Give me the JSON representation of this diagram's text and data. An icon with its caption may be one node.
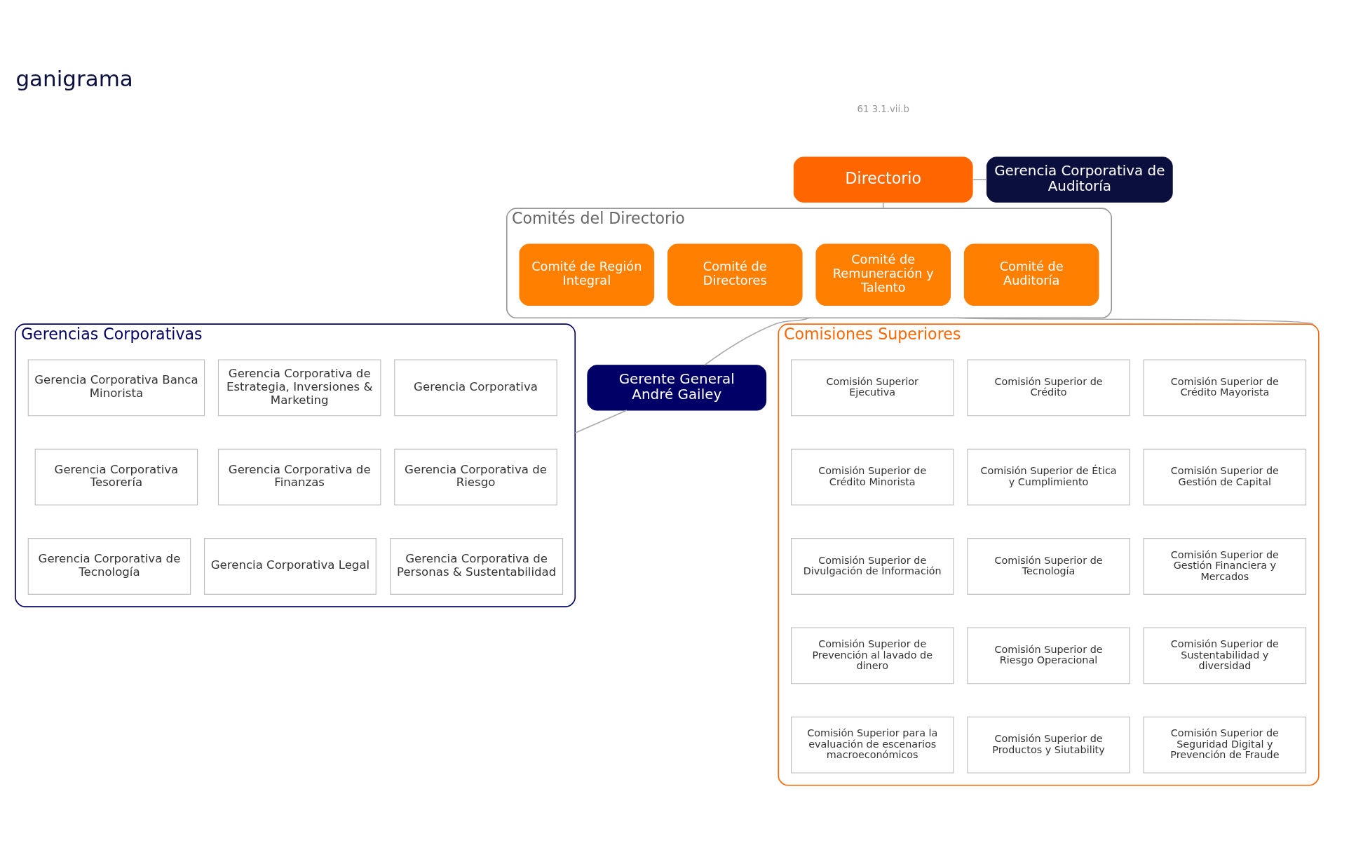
{
  "diagram": {
    "title": "ganigrama",
    "nodes": [
      {
        "text": [
          "Directorio"
        ]
      },
      {
        "text": [
          "Gerencia Corporativa de Auditoría"
        ]
      },
      {
        "text": [
          "Comités del Directorio"
        ]
      },
      {
        "text": [
          "Comité de Región Integral"
        ],
        "in": 2
      },
      {
        "text": [
          "Comité de Directores"
        ],
        "in": 2
      },
      {
        "text": [
          "Comité de Remuneración y Talento"
        ],
        "in": 2
      },
      {
        "text": [
          "Comité de Auditoría"
        ],
        "in": 2
      },
      {
        "text": [
          "Gerente General",
          "André Gailey"
        ]
      },
      {
        "text": [
          "Comisiones Superiores"
        ]
      },
      {
        "text": [
          "Comisión Superior Ejecutiva"
        ],
        "in": 8
      },
      {
        "text": [
          "Comisión Superior de Crédito"
        ],
        "in": 8
      },
      {
        "text": [
          "Comisión Superior de Crédito Mayorista"
        ],
        "in": 8
      },
      {
        "text": [
          "Comisión Superior de Crédito Minorista"
        ],
        "in": 8
      },
      {
        "text": [
          "Comisión Superior de Ética y Cumplimiento"
        ],
        "in": 8
      },
      {
        "text": [
          "Comisión Superior de Gestión de Capital"
        ],
        "in": 8
      },
      {
        "text": [
          "Comisión Superior de Divulgación de Información"
        ],
        "in": 8
      },
      {
        "text": [
          "Comisión Superior de Tecnología"
        ],
        "in": 8
      },
      {
        "text": [
          "Comisión Superior de Gestión Financiera y Mercados"
        ],
        "in": 8
      },
      {
        "text": [
          "Comisión Superior de Prevención al lavado de dinero"
        ],
        "in": 8
      },
      {
        "text": [
          "Comisión Superior de Riesgo Operacional"
        ],
        "in": 8
      },
      {
        "text": [
          "Comisión Superior de Sustentabilidad y diversidad"
        ],
        "in": 8
      },
      {
        "text": [
          "Comisión Superior para la evaluación de escenarios macroeconómicos"
        ],
        "in": 8
      },
      {
        "text": [
          "Comisión Superior de Productos y Siutability"
        ],
        "in": 8
      },
      {
        "text": [
          "Comisión Superior de Seguridad Digital y Prevención de Fraude"
        ],
        "in": 8
      },
      {
        "text": [
          "Gerencias Corporativas"
        ]
      },
      {
        "text": [
          "Gerencia Corporativa Banca Minorista"
        ],
        "in": 24
      },
      {
        "text": [
          "Gerencia Corporativa"
        ],
        "in": 24
      },
      {
        "text": [
          "Gerencia Corporativa de Estrategia, Inversiones & Marketing"
        ],
        "in": 24
      },
      {
        "text": [
          "Gerencia Corporativa Tesorería"
        ],
        "in": 24
      },
      {
        "text": [
          "Gerencia Corporativa de Riesgo"
        ],
        "in": 24
      },
      {
        "text": [
          "Gerencia Corporativa de Finanzas"
        ],
        "in": 24
      },
      {
        "text": [
          "Gerencia Corporativa de Tecnología"
        ],
        "in": 24
      },
      {
        "text": [
          "Gerencia Corporativa de Personas & Sustentabilidad"
        ],
        "in": 24
      },
      {
        "text": [
          "Gerencia Corporativa Legal"
        ],
        "in": 24
      }
    ],
    "edges": [
      {
        "from": 0,
        "to": 1,
        "arrow": "none"
      },
      {
        "from": 0,
        "to": 2,
        "arrow": "none"
      },
      {
        "from": 2,
        "to": 7,
        "arrow": "none"
      },
      {
        "from": 2,
        "to": 8,
        "arrow": "none"
      },
      {
        "from": 7,
        "to": 24,
        "arrow": "none"
      }
    ],
    "labels": [
      "61 3.1.vii.b"
    ]
  }
}
